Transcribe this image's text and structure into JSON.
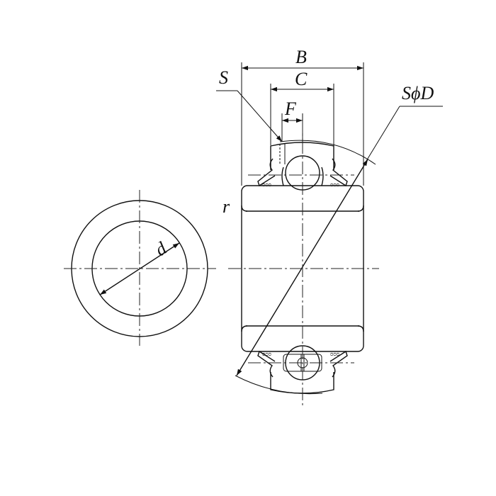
{
  "diagram": {
    "type": "bearing-insert-technical-drawing",
    "labels": {
      "B": "B",
      "C": "C",
      "F": "F",
      "S": "S",
      "SphiD": "SϕD",
      "r": "r",
      "d": "d"
    },
    "views": [
      "end-view",
      "section-view"
    ],
    "line_color": "#111111",
    "background": "#ffffff"
  }
}
